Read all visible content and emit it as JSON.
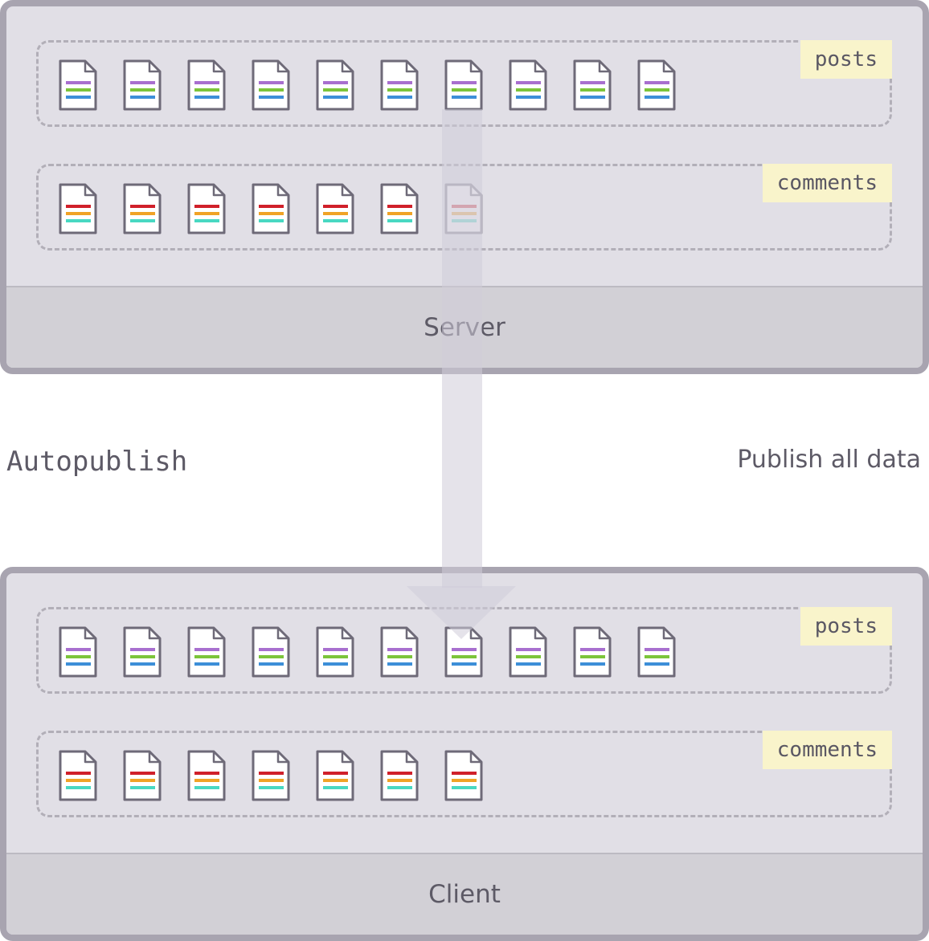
{
  "server": {
    "label": "Server",
    "collections": [
      {
        "tag": "posts",
        "type": "post",
        "count": 10,
        "faded_indices": []
      },
      {
        "tag": "comments",
        "type": "comment",
        "count": 7,
        "faded_indices": [
          6
        ]
      }
    ]
  },
  "client": {
    "label": "Client",
    "collections": [
      {
        "tag": "posts",
        "type": "post",
        "count": 10,
        "faded_indices": []
      },
      {
        "tag": "comments",
        "type": "comment",
        "count": 7,
        "faded_indices": []
      }
    ]
  },
  "left_label": "Autopublish",
  "right_label": "Publish all data",
  "icons": {
    "document": "document-icon",
    "arrow": "arrow-down-icon"
  },
  "colors": {
    "panel_border": "#a8a4b0",
    "panel_fill": "#e1dfe6",
    "footer_fill": "#d2d0d6",
    "tag_fill": "#f9f4cb",
    "arrow": "#cfccd8",
    "post_lines": [
      "#a86fcf",
      "#7cc43a",
      "#3d8fd8"
    ],
    "comment_lines": [
      "#d0202a",
      "#f0a326",
      "#48d8c2"
    ]
  }
}
